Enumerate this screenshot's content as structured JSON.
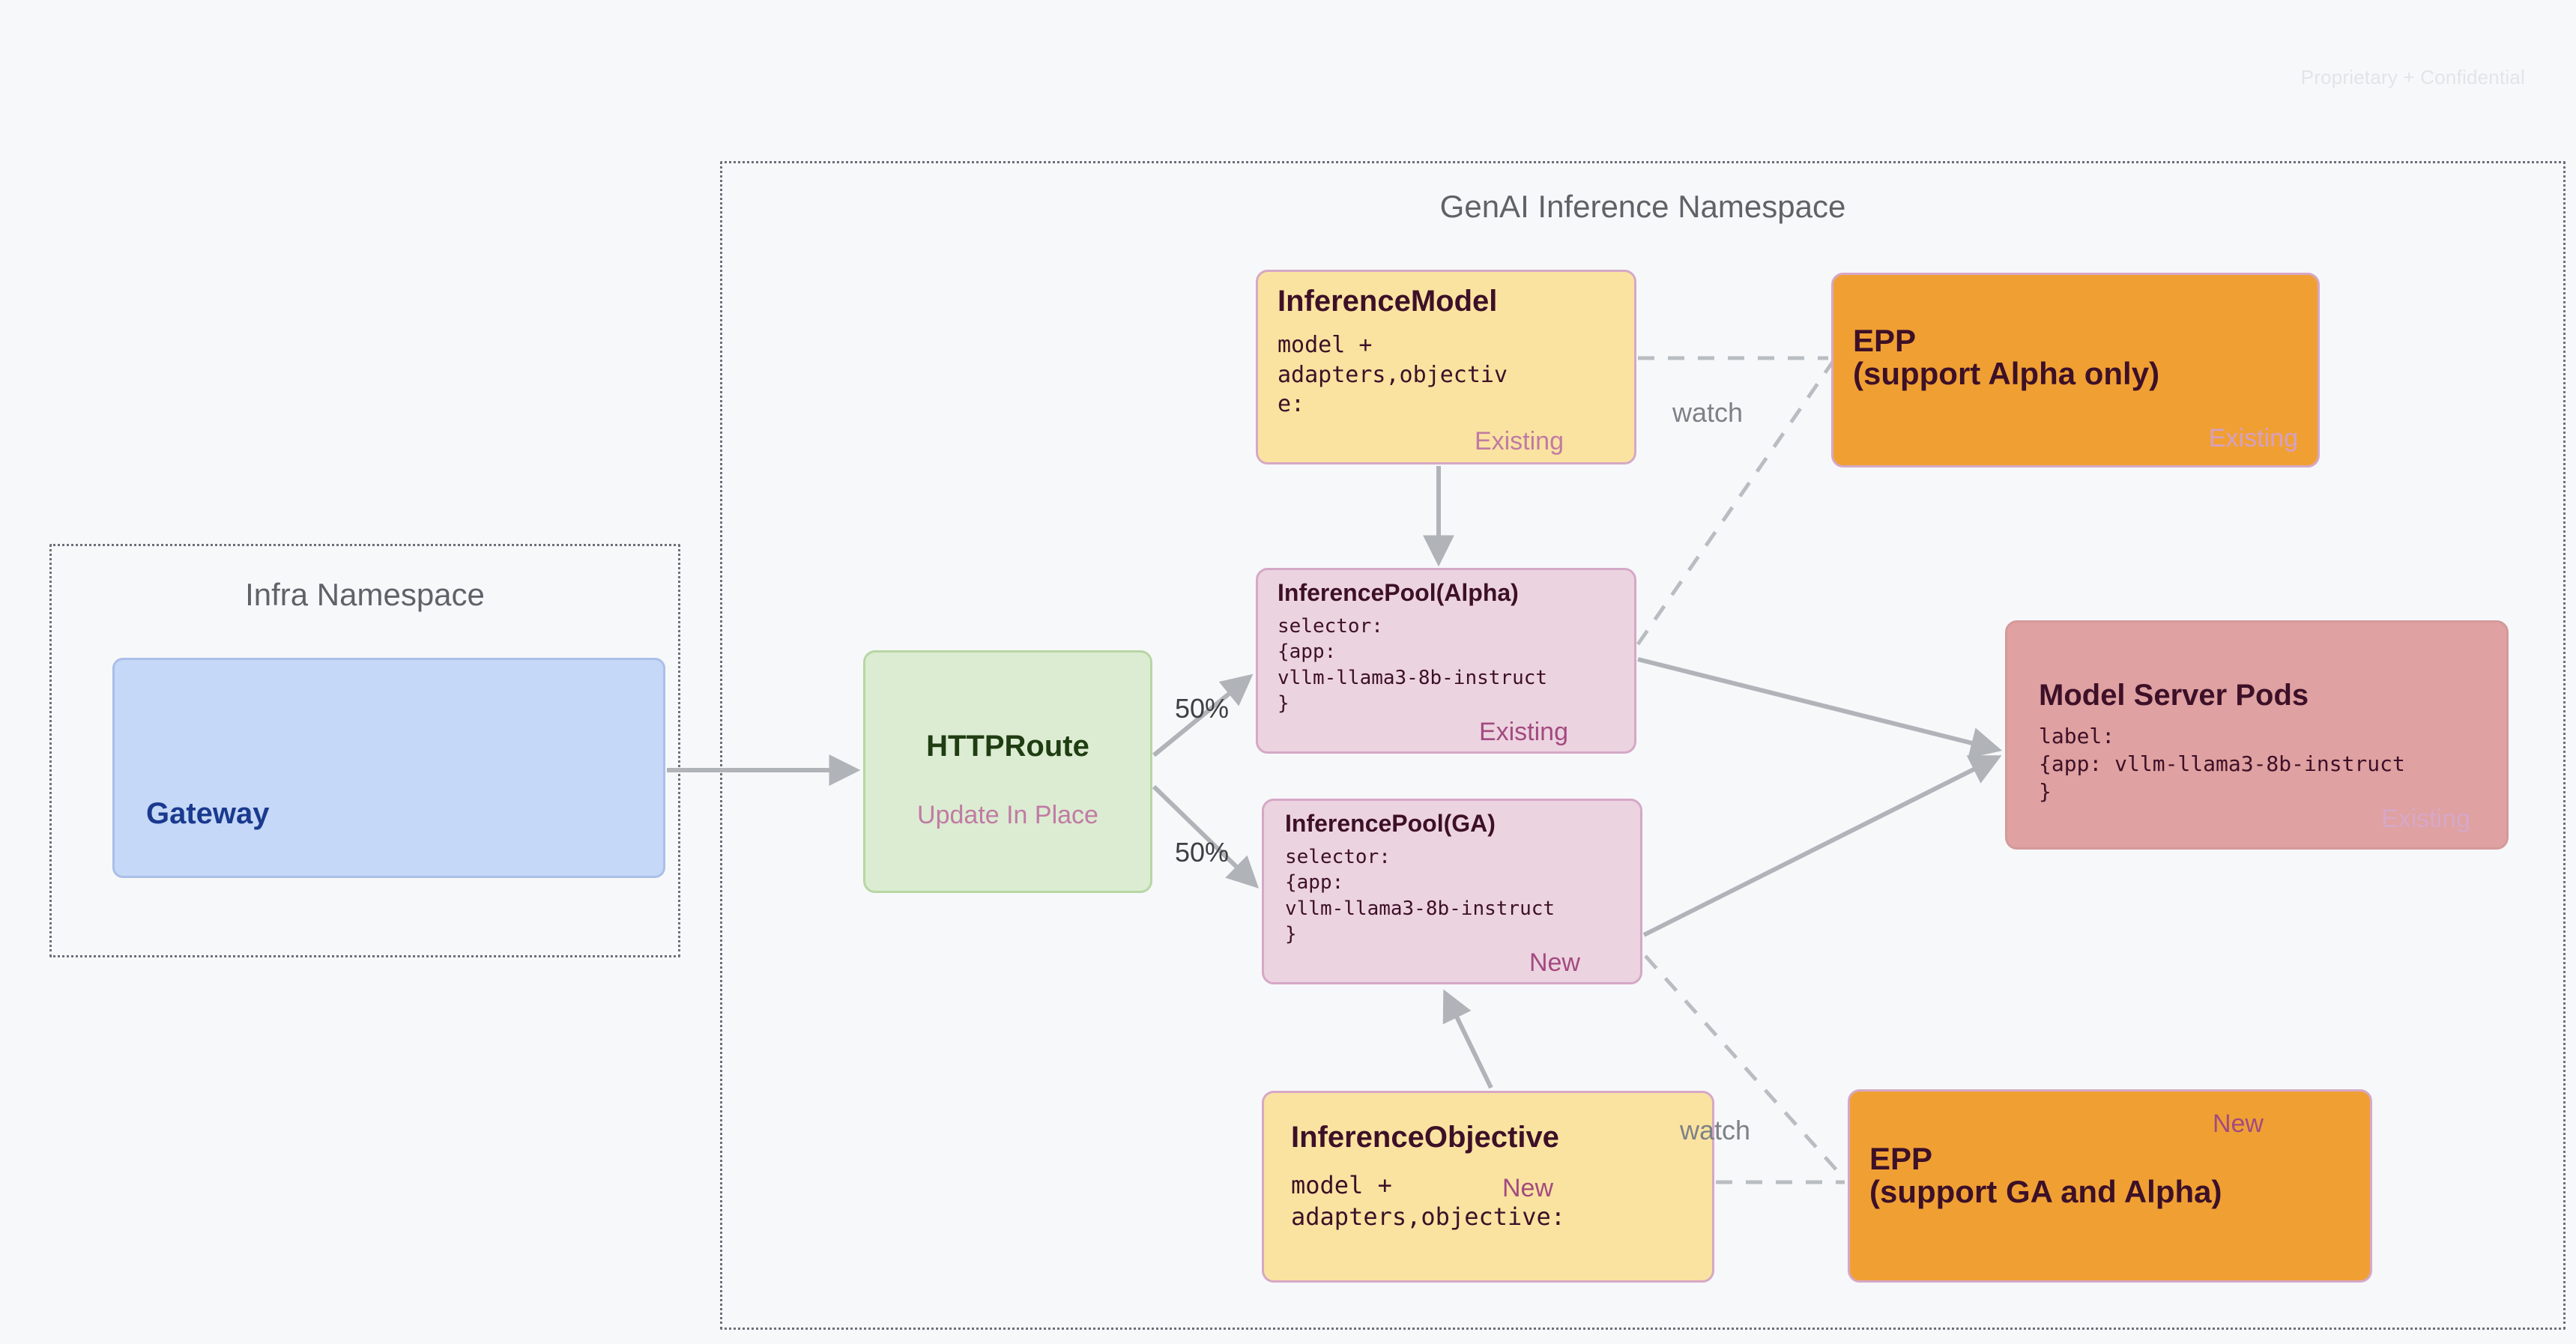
{
  "watermark": "Proprietary + Confidential",
  "namespaces": [
    {
      "id": "infra",
      "title": "Infra Namespace"
    },
    {
      "id": "genai",
      "title": "GenAI Inference Namespace"
    }
  ],
  "nodes": {
    "gateway": {
      "title": "Gateway"
    },
    "httproute": {
      "title": "HTTPRoute",
      "badge": "Update In Place"
    },
    "inference_model": {
      "title": "InferenceModel",
      "code": "model +\nadapters,objectiv\ne:",
      "badge": "Existing"
    },
    "pool_alpha": {
      "title": "InferencePool(Alpha)",
      "code": "selector:\n{app:\nvllm-llama3-8b-instruct\n}",
      "badge": "Existing"
    },
    "pool_ga": {
      "title": "InferencePool(GA)",
      "code": "selector:\n{app:\nvllm-llama3-8b-instruct\n}",
      "badge": "New"
    },
    "inference_objective": {
      "title": "InferenceObjective",
      "code": "model +\nadapters,objective:",
      "badge": "New"
    },
    "epp_alpha": {
      "title": "EPP\n(support Alpha only)",
      "badge": "Existing"
    },
    "epp_ga": {
      "title": "EPP\n(support GA and Alpha)",
      "badge": "New"
    },
    "model_server_pods": {
      "title": "Model Server Pods",
      "code": "label:\n{app: vllm-llama3-8b-instruct\n}",
      "badge": "Existing"
    }
  },
  "edges": {
    "split_top": "50%",
    "split_bottom": "50%",
    "watch_top": "watch",
    "watch_bottom": "watch"
  },
  "colors": {
    "background": "#f7f8fa",
    "namespace_border": "#6b7078",
    "namespace_title": "#5f6368",
    "gateway_fill": "#c6d8f7",
    "gateway_text": "#1a3a8f",
    "httproute_fill": "#dcecd2",
    "httproute_text": "#1f3d12",
    "model_fill": "#fae3a0",
    "pool_fill": "#ecd3e0",
    "epp_fill": "#f0a033",
    "pods_fill": "#dfa1a1",
    "node_border": "#d5a8c6",
    "badge_new": "#a34a80",
    "badge_existing": "#c07ba4",
    "wire": "#b0b4b9",
    "watermark": "#e3e4e7"
  }
}
